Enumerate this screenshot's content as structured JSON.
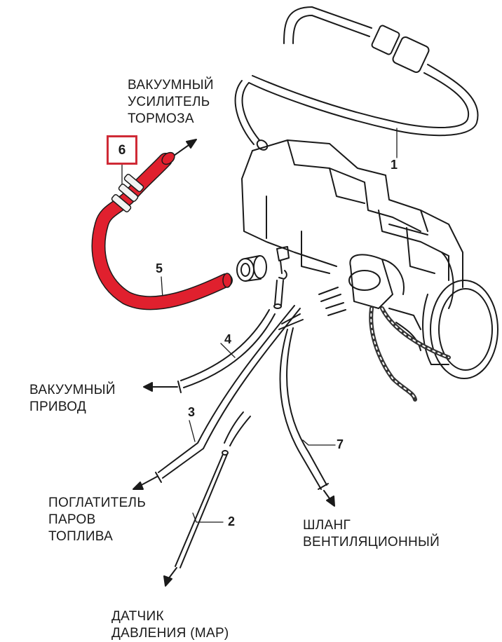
{
  "labels": {
    "brake_booster": [
      "ВАКУУМНЫЙ",
      "УСИЛИТЕЛЬ",
      "ТОРМОЗА"
    ],
    "vacuum_drive": [
      "ВАКУУМНЫЙ",
      "ПРИВОД"
    ],
    "evap_absorber": [
      "ПОГЛАТИТЕЛЬ",
      "ПАРОВ",
      "ТОПЛИВА"
    ],
    "vent_hose": [
      "ШЛАНГ",
      "ВЕНТИЛЯЦИОННЫЙ"
    ],
    "map_sensor": [
      "ДАТЧИК",
      "ДАВЛЕНИЯ (MAP)"
    ]
  },
  "callouts": {
    "n1": "1",
    "n2": "2",
    "n3": "3",
    "n4": "4",
    "n5": "5",
    "n6": "6",
    "n7": "7"
  },
  "colors": {
    "highlight_hose": "#e0202e",
    "highlight_box": "#cf2a36",
    "line_art": "#1a1a1a"
  }
}
